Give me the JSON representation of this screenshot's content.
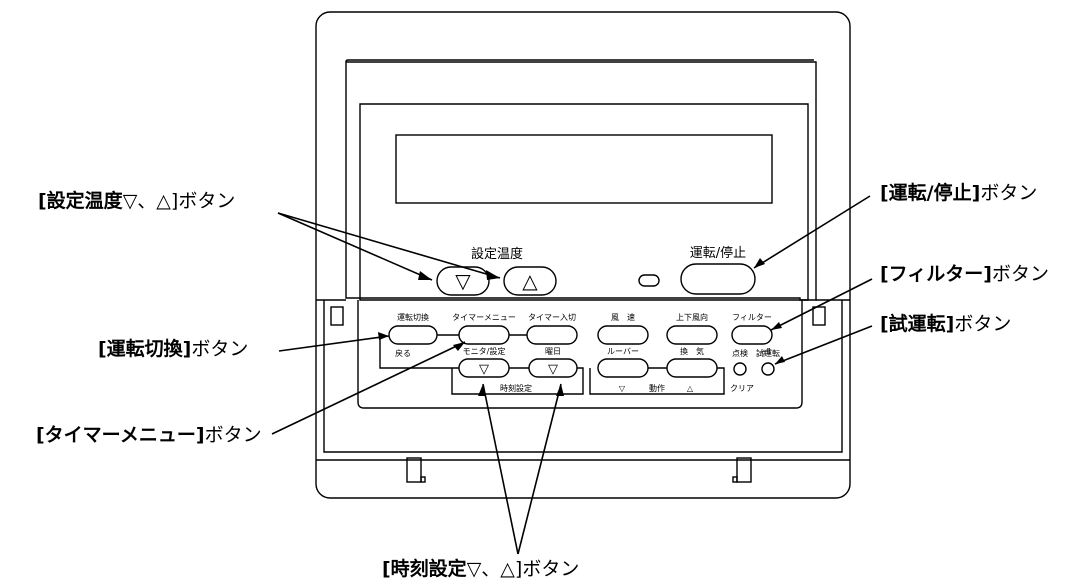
{
  "panel": {
    "set_temp_label": "設定温度",
    "run_stop_label": "運転/停止",
    "set_temp_down_symbol": "▽",
    "set_temp_up_symbol": "△",
    "buttons_row1": {
      "mode": "運転切換",
      "timer_menu": "タイマーメニュー",
      "timer_on_off": "タイマー入切",
      "fan_speed": "風　速",
      "vane": "上下風向",
      "filter": "フィルター"
    },
    "buttons_row2": {
      "back": "戻る",
      "monitor_setting": "モニタ/設定",
      "day": "曜日",
      "louver": "ルーバー",
      "ventilation": "換　気",
      "check": "点検",
      "test_run": "試運転"
    },
    "bottom_labels": {
      "clock_setting": "時刻設定",
      "operation": "動作",
      "down_symbol": "▽",
      "up_symbol": "△",
      "clear": "クリア"
    },
    "enter_symbol": "⏎"
  },
  "callouts": {
    "set_temp": {
      "bold": "[設定温度",
      "sym": "▽、△]",
      "rest": "ボタン"
    },
    "run_stop": {
      "bold": "[運転/停止]",
      "rest": "ボタン"
    },
    "filter": {
      "bold": "[フィルター]",
      "rest": "ボタン"
    },
    "mode": {
      "bold": "[運転切換]",
      "rest": "ボタン"
    },
    "test_run": {
      "bold": "[試運転]",
      "rest": "ボタン"
    },
    "timer_menu": {
      "bold": "[タイマーメニュー]",
      "rest": "ボタン"
    },
    "clock_setting": {
      "bold": "[時刻設定",
      "sym": "▽、△]",
      "rest": "ボタン"
    }
  }
}
